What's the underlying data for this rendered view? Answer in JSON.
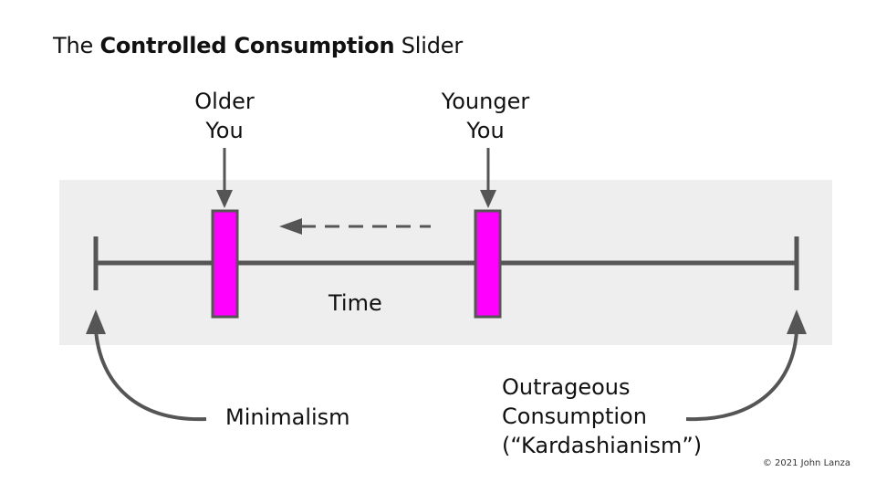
{
  "title": {
    "prefix": "The ",
    "bold": "Controlled Consumption",
    "suffix": " Slider"
  },
  "markers": {
    "older": {
      "line1": "Older",
      "line2": "You"
    },
    "younger": {
      "line1": "Younger",
      "line2": "You"
    }
  },
  "axis_label": "Time",
  "ends": {
    "left": "Minimalism",
    "right_lines": [
      "Outrageous",
      "Consumption",
      "(“Kardashianism”)"
    ]
  },
  "copyright": "© 2021 John Lanza",
  "colors": {
    "marker_fill": "#ff00ff",
    "marker_stroke": "#555555",
    "axis": "#555555",
    "band": "#eeeeee"
  }
}
